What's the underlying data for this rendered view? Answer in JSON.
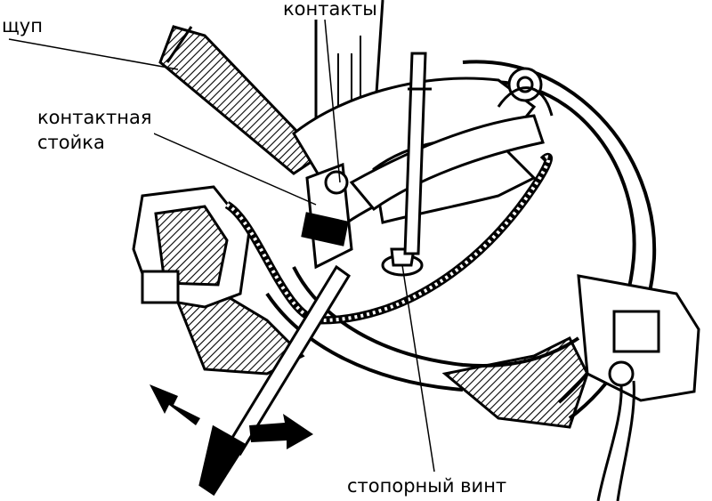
{
  "labels": {
    "probe": "щуп",
    "contacts": "контакты",
    "contact_post_line1": "контактная",
    "contact_post_line2": "стойка",
    "lock_screw": "стопорный винт"
  },
  "colors": {
    "ink": "#000000",
    "paper": "#ffffff"
  }
}
